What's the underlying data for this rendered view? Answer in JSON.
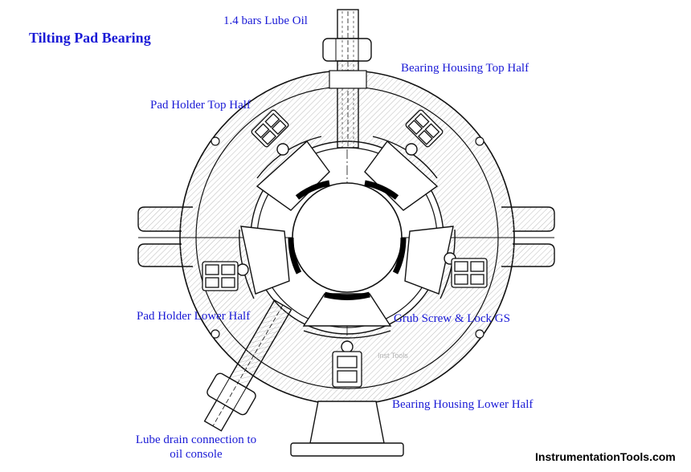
{
  "title": "Tilting Pad Bearing",
  "labels": {
    "lube_oil": "1.4 bars Lube Oil",
    "housing_top": "Bearing Housing Top Half",
    "pad_holder_top": "Pad Holder Top Half",
    "pad_holder_lower": "Pad Holder Lower Half",
    "grub_screw": "Grub Screw & Lock GS",
    "housing_lower": "Bearing Housing Lower Half",
    "drain_line1": "Lube drain connection to",
    "drain_line2": "oil console"
  },
  "watermark": "Inst Tools",
  "brand": "InstrumentationTools.com",
  "colors": {
    "label_text": "#1a1ad6",
    "line": "#111111",
    "hatch": "#9a9a9a",
    "bearing_pad": "#000000"
  }
}
